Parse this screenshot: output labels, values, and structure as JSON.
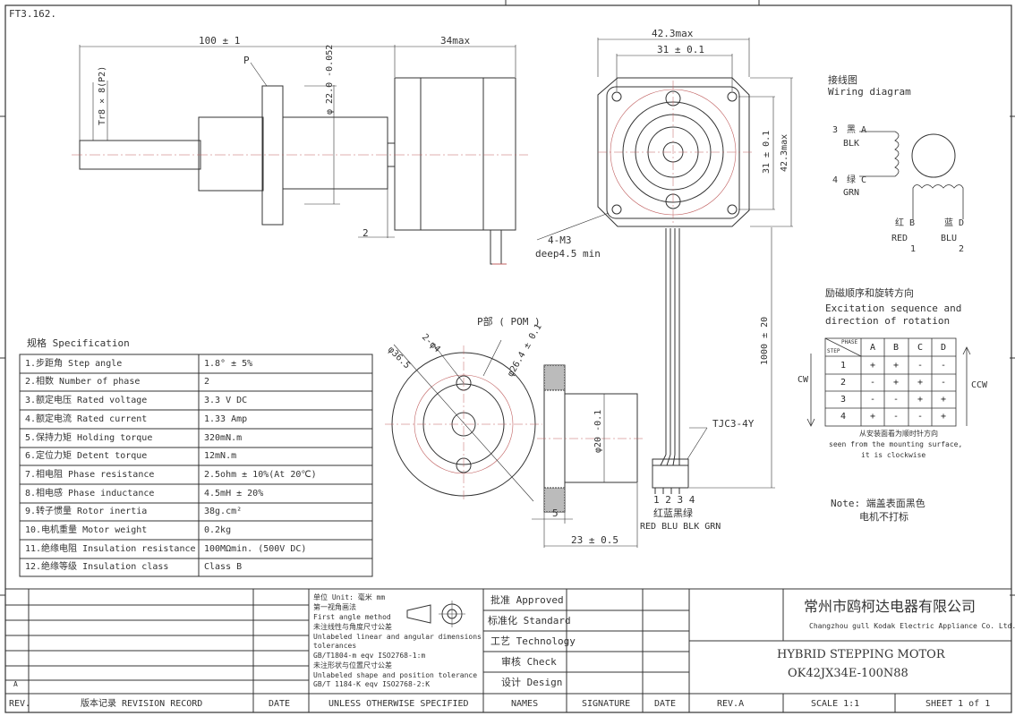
{
  "sheet_code": "FT3.162.",
  "side_view": {
    "length_dim": "100 ± 1",
    "body_dim": "34max",
    "flange_label": "P",
    "thread_label": "Tr8 × 8(P2)",
    "bore_dim": "φ 22.0 -0.052",
    "gap_dim": "2"
  },
  "front_view": {
    "outer_dim": "42.3max",
    "hole_spacing": "31 ± 0.1",
    "vert_spacing": "31 ± 0.1",
    "vert_outer": "42.3max",
    "hole_label_1": "4-M3",
    "hole_label_2": "deep4.5 min",
    "lead_length": "1000 ± 20",
    "connector": "TJC3-4Y",
    "pin_numbers": "1 2 3 4",
    "wire_colors_cn": "红蓝黑绿",
    "wire_colors_en": "RED BLU BLK GRN"
  },
  "p_part": {
    "title": "P部 ( POM )",
    "dim_outer": "φ36.5",
    "dim_holes": "2-φ4",
    "dim_pcd": "φ26.4 ± 0.1",
    "dim_hub": "φ20 -0.1",
    "dim_thick": "5",
    "dim_len": "23 ± 0.5"
  },
  "wiring": {
    "title_cn": "接线图",
    "title_en": "Wiring diagram",
    "a_num": "3",
    "a_cn": "黑 A",
    "a_en": "BLK",
    "c_num": "4",
    "c_cn": "绿 C",
    "c_en": "GRN",
    "b_cn": "红 B",
    "b_en": "RED",
    "b_num": "1",
    "d_cn": "蓝 D",
    "d_en": "BLU",
    "d_num": "2"
  },
  "excitation": {
    "title_cn": "励磁顺序和旋转方向",
    "title_en_1": "Excitation sequence and",
    "title_en_2": "direction of rotation",
    "corner_top": "PHASE",
    "corner_bottom": "STEP",
    "headers": [
      "A",
      "B",
      "C",
      "D"
    ],
    "rows": [
      {
        "step": "1",
        "cells": [
          "+",
          "+",
          "-",
          "-"
        ]
      },
      {
        "step": "2",
        "cells": [
          "-",
          "+",
          "+",
          "-"
        ]
      },
      {
        "step": "3",
        "cells": [
          "-",
          "-",
          "+",
          "+"
        ]
      },
      {
        "step": "4",
        "cells": [
          "+",
          "-",
          "-",
          "+"
        ]
      }
    ],
    "cw": "CW",
    "ccw": "CCW",
    "note_cn": "从安装面看为顺时针方向",
    "note_en_1": "seen from the mounting surface,",
    "note_en_2": "it is clockwise"
  },
  "note": {
    "line1": "Note: 端盖表面黑色",
    "line2": "电机不打标"
  },
  "spec": {
    "title": "规格 Specification",
    "rows": [
      {
        "label": "1.步距角 Step angle",
        "value": "1.8° ± 5%"
      },
      {
        "label": "2.相数 Number of phase",
        "value": "2"
      },
      {
        "label": "3.额定电压 Rated voltage",
        "value": "3.3 V DC"
      },
      {
        "label": "4.额定电流 Rated current",
        "value": "1.33 Amp"
      },
      {
        "label": "5.保持力矩 Holding torque",
        "value": "320mN.m"
      },
      {
        "label": "6.定位力矩 Detent torque",
        "value": "12mN.m"
      },
      {
        "label": "7.相电阻 Phase resistance",
        "value": "2.5ohm ± 10%(At 20℃)"
      },
      {
        "label": "8.相电感 Phase inductance",
        "value": "4.5mH ± 20%"
      },
      {
        "label": "9.转子惯量 Rotor inertia",
        "value": "38g.cm²"
      },
      {
        "label": "10.电机重量 Motor weight",
        "value": "0.2kg"
      },
      {
        "label": "11.绝缘电阻 Insulation resistance",
        "value": "100MΩmin. (500V DC)"
      },
      {
        "label": "12.绝缘等级 Insulation class",
        "value": "Class B"
      }
    ]
  },
  "title_block": {
    "unit": "单位 Unit: 毫米 mm",
    "angle_cn": "第一视角画法",
    "angle_en": "First angle method",
    "tol1_cn": "未注线性与角度尺寸公差",
    "tol1_en_1": "Unlabeled linear and angular dimensions",
    "tol1_en_2": "tolerances",
    "tol1_std": "GB/T1804-m  eqv ISO2768-1:m",
    "tol2_cn": "未注形状与位置尺寸公差",
    "tol2_en": "Unlabeled shape and position tolerance",
    "tol2_std": "GB/T 1184-K  eqv ISO2768-2:K",
    "approved": "批准 Approved",
    "standard": "标准化 Standard",
    "technology": "工艺 Technology",
    "check": "审核 Check",
    "design": "设计 Design",
    "company_cn": "常州市鸥柯达电器有限公司",
    "company_en": "Changzhou gull Kodak Electric Appliance Co. Ltd.",
    "product": "HYBRID STEPPING MOTOR",
    "model": "OK42JX34E-100N88",
    "footer": {
      "rev": "REV.",
      "revision_record": "版本记录 REVISION RECORD",
      "date": "DATE",
      "unless": "UNLESS OTHERWISE SPECIFIED",
      "names": "NAMES",
      "signature": "SIGNATURE",
      "date2": "DATE",
      "rev_a": "REV.A",
      "scale": "SCALE 1:1",
      "sheet": "SHEET 1 of 1"
    },
    "rev_letter": "A"
  }
}
